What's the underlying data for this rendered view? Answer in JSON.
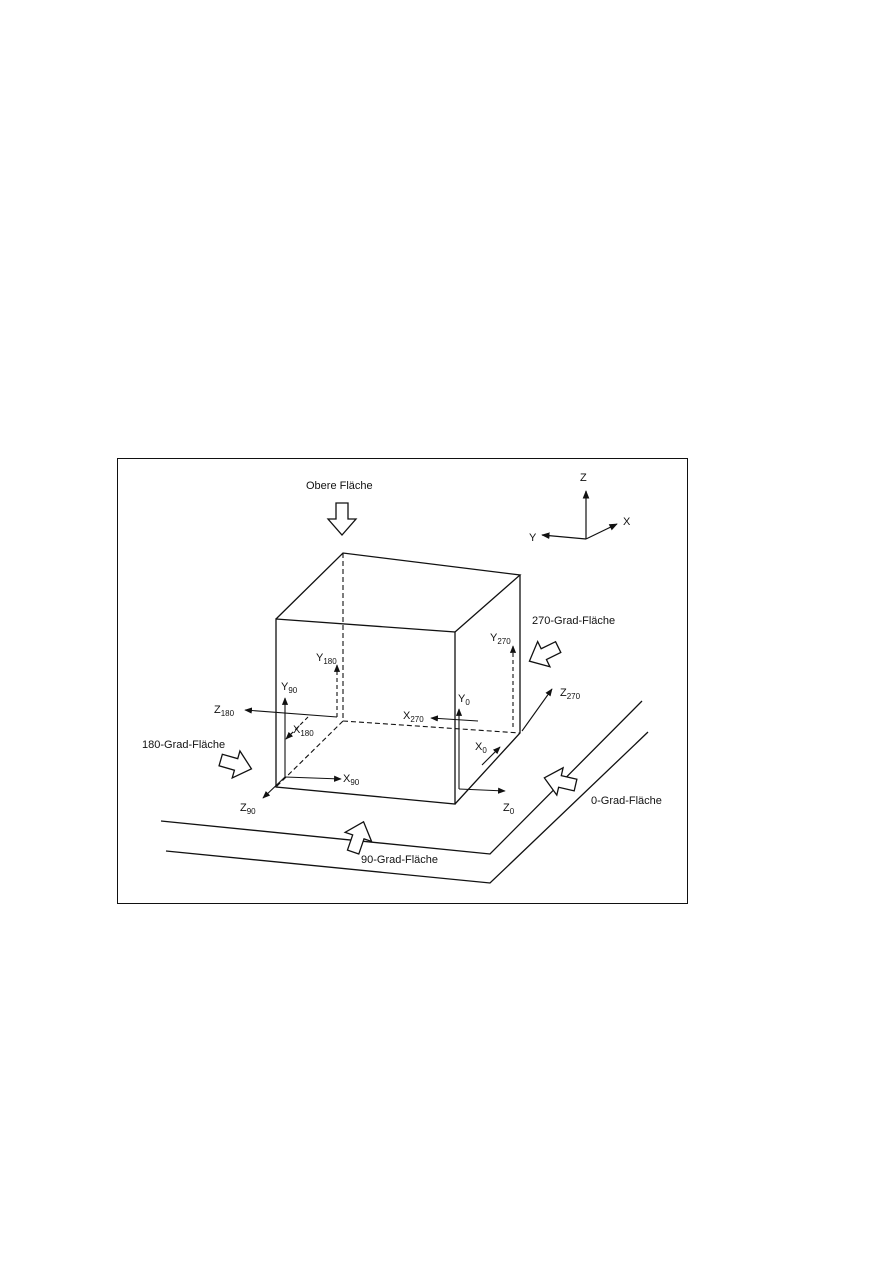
{
  "figure": {
    "face_labels": {
      "top": "Obere Fläche",
      "f270": "270-Grad-Fläche",
      "f180": "180-Grad-Fläche",
      "f0": "0-Grad-Fläche",
      "f90": "90-Grad-Fläche"
    },
    "global_axes": {
      "z": "Z",
      "x": "X",
      "y": "Y"
    },
    "local_axes": {
      "y180": {
        "base": "Y",
        "sub": "180"
      },
      "y90": {
        "base": "Y",
        "sub": "90"
      },
      "z180": {
        "base": "Z",
        "sub": "180"
      },
      "x180": {
        "base": "X",
        "sub": "180"
      },
      "x90": {
        "base": "X",
        "sub": "90"
      },
      "z90": {
        "base": "Z",
        "sub": "90"
      },
      "y270": {
        "base": "Y",
        "sub": "270"
      },
      "y0": {
        "base": "Y",
        "sub": "0"
      },
      "x270": {
        "base": "X",
        "sub": "270"
      },
      "z270": {
        "base": "Z",
        "sub": "270"
      },
      "x0": {
        "base": "X",
        "sub": "0"
      },
      "z0": {
        "base": "Z",
        "sub": "0"
      }
    },
    "colors": {
      "ink": "#111111",
      "background": "#ffffff"
    }
  }
}
